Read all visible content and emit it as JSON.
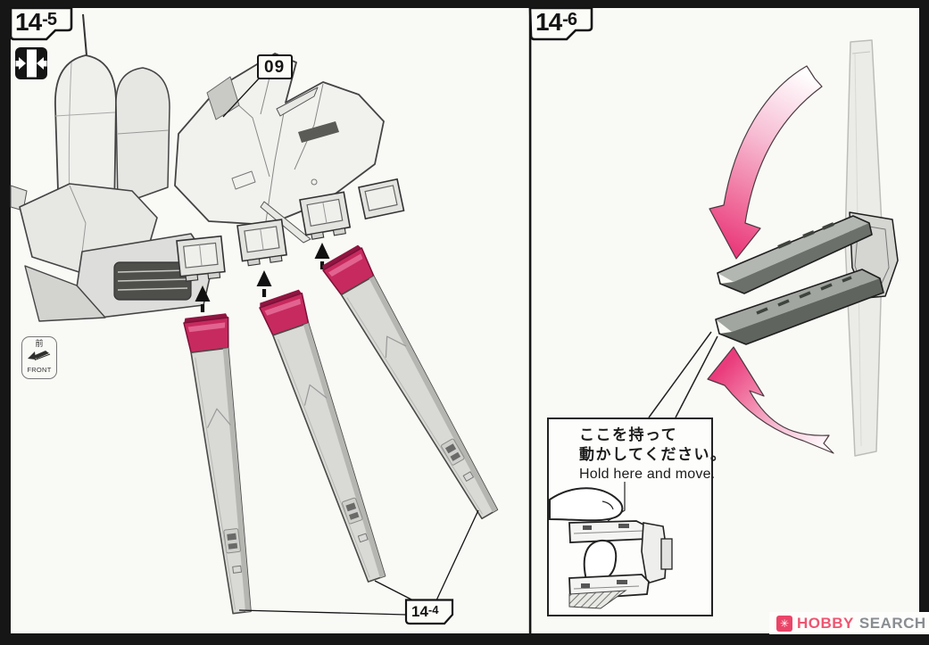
{
  "left_panel": {
    "step_number": "14",
    "step_suffix": "-5",
    "part_callout": "09",
    "ref_number": "14",
    "ref_suffix": "-4",
    "front_icon": {
      "kanji": "前",
      "label": "FRONT"
    }
  },
  "right_panel": {
    "step_number": "14",
    "step_suffix": "-6",
    "callout": {
      "jp_line1": "ここを持って",
      "jp_line2": "動かしてください。",
      "en_line": "Hold here and move."
    }
  },
  "watermark": {
    "glyph": "✳",
    "brand": "HOBBY",
    "brand2": "SEARCH"
  },
  "colors": {
    "frame": "#161616",
    "paper": "#f9f9f6",
    "fin_cap_magenta": "#c72a5e",
    "arrow_pink": "#ea3c7c",
    "brand_pink": "#ee5672",
    "brand_gray": "#898d91"
  }
}
